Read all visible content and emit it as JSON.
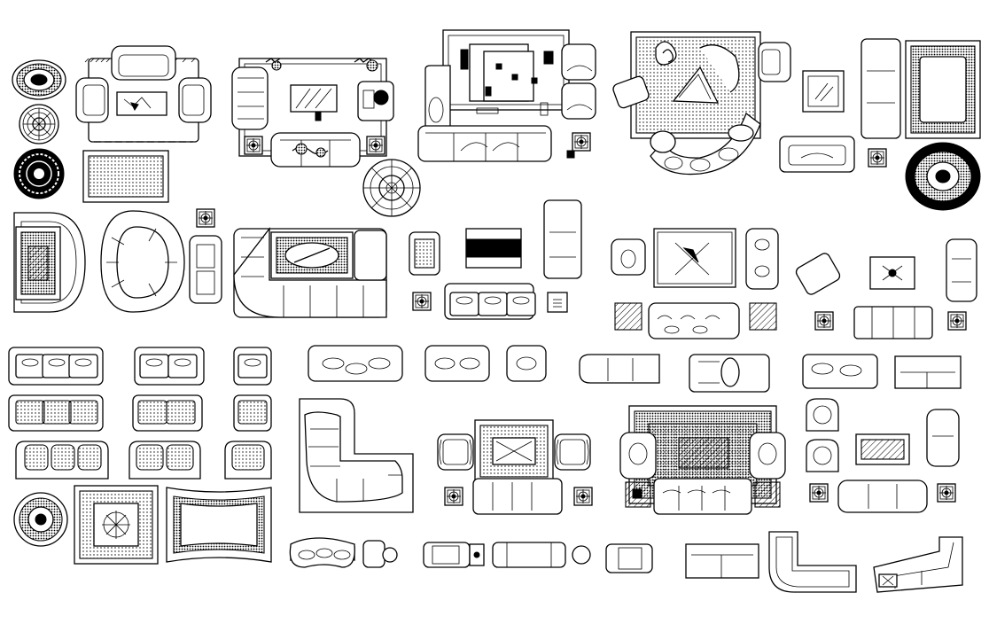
{
  "sheet": {
    "background": "#ffffff",
    "line_color": "#000000"
  },
  "blocks": [
    "round-rug-ornate",
    "round-rug-medallion",
    "round-rug-dark",
    "lounge-set-with-rug",
    "dotted-rug",
    "tv-lounge-set",
    "round-coffee-table",
    "corner-sofa-set",
    "curved-sofa-set",
    "sofa-set-with-ornate-rug",
    "armchair-with-rug",
    "rounded-sofa",
    "curved-lounge-set",
    "sofa-with-side-tables",
    "sofa-set-small",
    "single-chair",
    "tv-unit",
    "loveseat",
    "l-shaped-sofa"
  ]
}
